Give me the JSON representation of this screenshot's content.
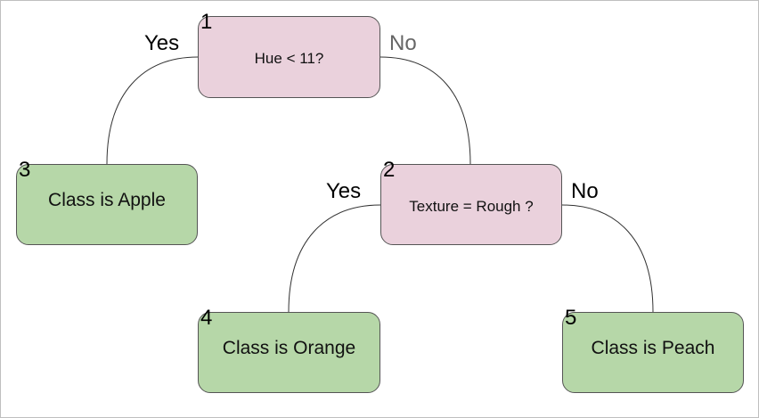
{
  "colors": {
    "decision_fill": "#ead1dc",
    "leaf_fill": "#b6d7a8",
    "border": "#555555",
    "label_yes": "#000000",
    "label_no_root": "#666666",
    "label_no": "#000000"
  },
  "nodes": [
    {
      "id": "1",
      "type": "decision",
      "text": "Hue < 11?"
    },
    {
      "id": "2",
      "type": "decision",
      "text": "Texture = Rough ?"
    },
    {
      "id": "3",
      "type": "leaf",
      "text": "Class is Apple"
    },
    {
      "id": "4",
      "type": "leaf",
      "text": "Class is Orange"
    },
    {
      "id": "5",
      "type": "leaf",
      "text": "Class is Peach"
    }
  ],
  "edges": [
    {
      "from": "1",
      "to": "3",
      "label": "Yes"
    },
    {
      "from": "1",
      "to": "2",
      "label": "No"
    },
    {
      "from": "2",
      "to": "4",
      "label": "Yes"
    },
    {
      "from": "2",
      "to": "5",
      "label": "No"
    }
  ]
}
